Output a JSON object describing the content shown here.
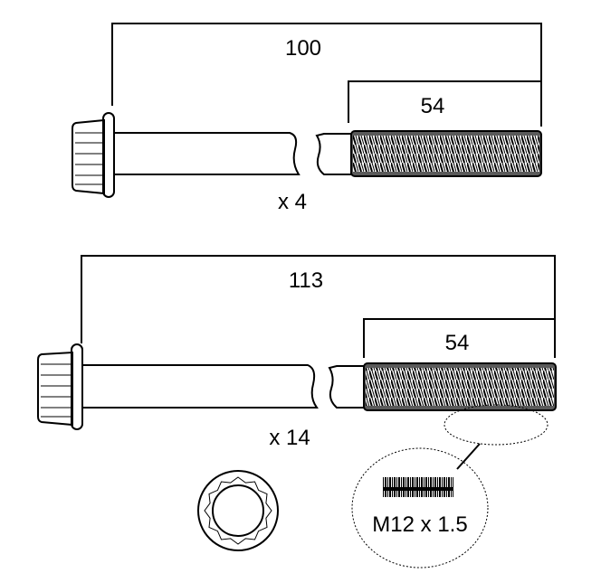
{
  "diagram": {
    "bolt_a": {
      "total_length": "100",
      "thread_length": "54",
      "quantity": "x 4"
    },
    "bolt_b": {
      "total_length": "113",
      "thread_length": "54",
      "quantity": "x 14"
    },
    "thread_spec": "M12 x 1.5",
    "icons": [
      "bolt-12-point-head",
      "bolt-shank-threaded",
      "bolt-head-end-view",
      "thread-detail-callout"
    ]
  }
}
